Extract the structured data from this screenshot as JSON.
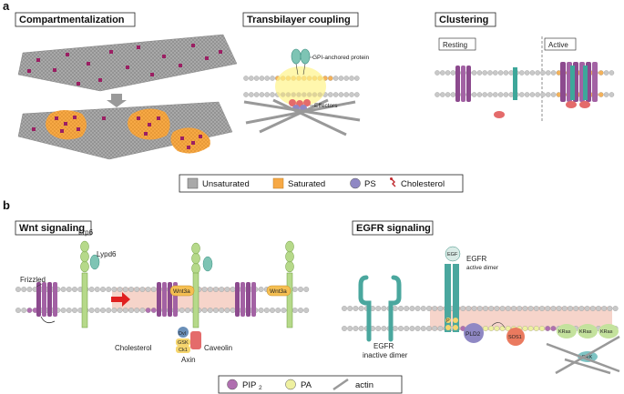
{
  "panel_a": {
    "letter": "a",
    "titles": {
      "compartmentalization": "Compartmentalization",
      "transbilayer": "Transbilayer coupling",
      "clustering": "Clustering"
    },
    "labels": {
      "gpi": "GPI-anchored protein",
      "effectors": "Effectors",
      "resting": "Resting",
      "active": "Active"
    },
    "legend": {
      "unsaturated": "Unsaturated",
      "saturated": "Saturated",
      "ps": "PS",
      "cholesterol": "Cholesterol"
    }
  },
  "panel_b": {
    "letter": "b",
    "titles": {
      "wnt": "Wnt signaling",
      "egfr": "EGFR signaling"
    },
    "wnt_labels": {
      "frizzled": "Frizzled",
      "lrp6": "Lrp6",
      "lypd6": "Lypd6",
      "wnt3a_1": "Wnt3a",
      "wnt3a_2": "Wnt3a",
      "dvl": "Dvl",
      "gsk": "GSK",
      "ck1": "Ck1",
      "cholesterol": "Cholesterol",
      "caveolin": "Caveolin",
      "axin": "Axin"
    },
    "egfr_labels": {
      "egfr_inactive_1": "EGFR",
      "egfr_inactive_2": "inactive dimer",
      "egfr_active_1": "EGFR",
      "egfr_active_2": "active dimer",
      "egf": "EGF",
      "pld2": "PLD2",
      "sos1": "SOS1",
      "kras1": "KRas",
      "kras2": "KRas",
      "kras3": "KRas",
      "erk": "ERK",
      "p": "P"
    },
    "legend": {
      "pip2": "PIP",
      "pip2_sub": "2",
      "pa": "PA",
      "actin": "actin"
    }
  },
  "colors": {
    "gray_lipid": "#c9c9c9",
    "orange_lipid": "#f4b25a",
    "saturated": "#f7a945",
    "ps": "#8f88c4",
    "pip2": "#b06fb0",
    "pa": "#eef0a0",
    "receptor_purple": "#8c4a8e",
    "teal": "#4aa79e",
    "green": "#b6d98a",
    "raft_pink": "#f4c9bd",
    "red_arrow": "#e02020"
  }
}
